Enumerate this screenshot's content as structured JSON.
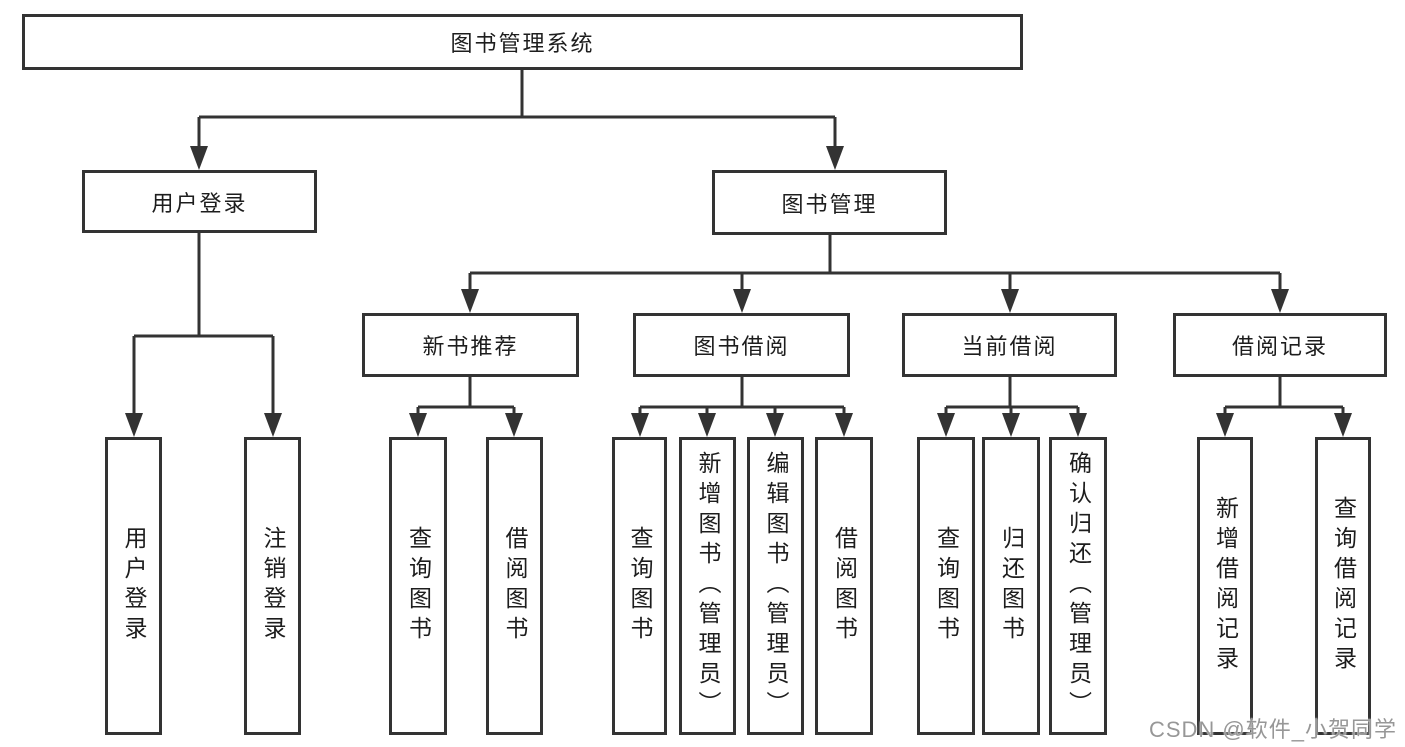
{
  "tree": {
    "label": "图书管理系统",
    "children": [
      {
        "label": "用户登录",
        "children": [
          {
            "label": "用户登录"
          },
          {
            "label": "注销登录"
          }
        ]
      },
      {
        "label": "图书管理",
        "children": [
          {
            "label": "新书推荐",
            "children": [
              {
                "label": "查询图书"
              },
              {
                "label": "借阅图书"
              }
            ]
          },
          {
            "label": "图书借阅",
            "children": [
              {
                "label": "查询图书"
              },
              {
                "label": "新增图书（管理员）"
              },
              {
                "label": "编辑图书（管理员）"
              },
              {
                "label": "借阅图书"
              }
            ]
          },
          {
            "label": "当前借阅",
            "children": [
              {
                "label": "查询图书"
              },
              {
                "label": "归还图书"
              },
              {
                "label": "确认归还（管理员）"
              }
            ]
          },
          {
            "label": "借阅记录",
            "children": [
              {
                "label": "新增借阅记录"
              },
              {
                "label": "查询借阅记录"
              }
            ]
          }
        ]
      }
    ]
  },
  "watermark": {
    "text": "CSDN @软件_小贺同学"
  },
  "colors": {
    "line": "#333333",
    "border": "#333333",
    "text": "#1d1d1d",
    "watermark": "#979797",
    "background": "#ffffff"
  }
}
